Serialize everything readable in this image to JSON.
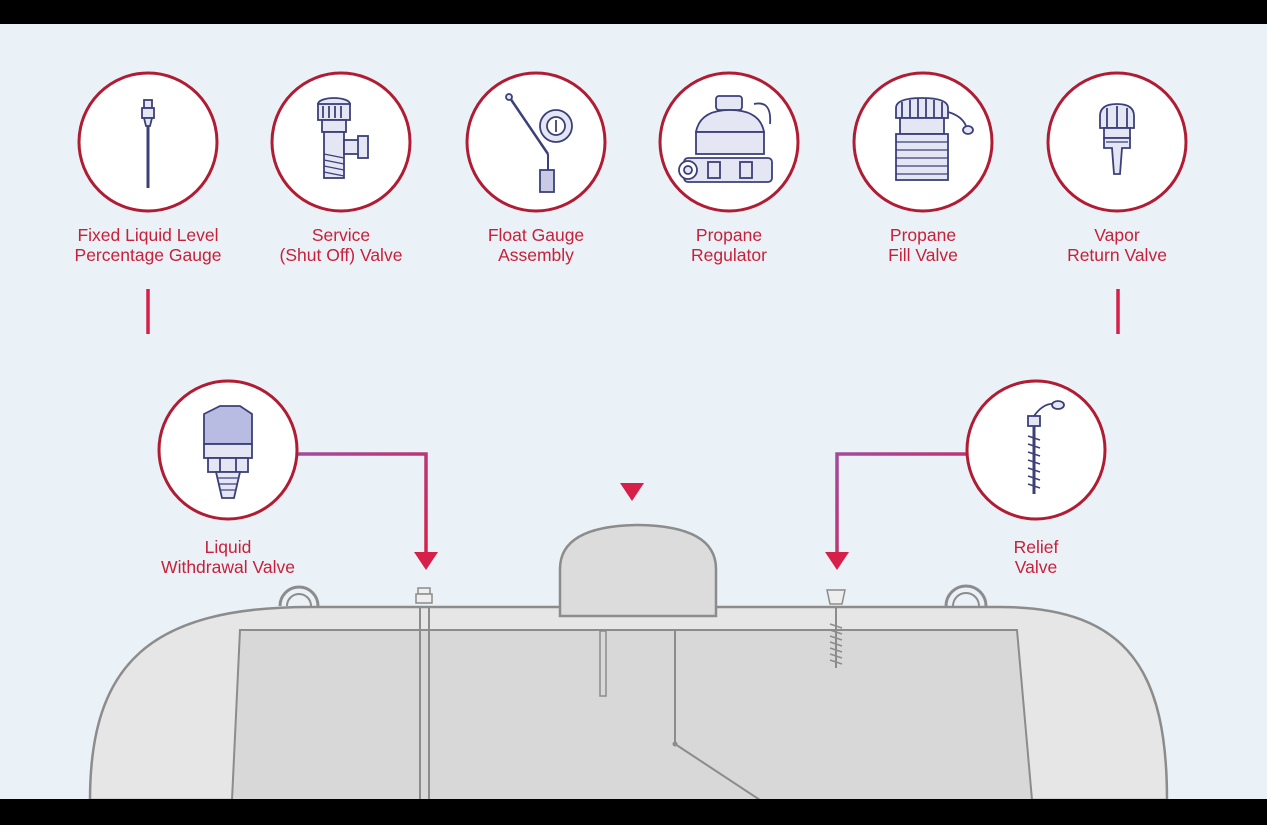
{
  "colors": {
    "accent_red": "#c8203a",
    "connector_purple": "#a34a9e",
    "background": "#eaf2f7",
    "tank_fill": "#e6e6e6",
    "tank_stroke": "#8c8c8c",
    "icon_blue": "#3c4078"
  },
  "components": [
    {
      "icon": "fixed-liquid-level-gauge-icon",
      "line1": "Fixed Liquid Level",
      "line2": "Percentage Gauge"
    },
    {
      "icon": "service-valve-icon",
      "line1": "Service",
      "line2": "(Shut Off) Valve"
    },
    {
      "icon": "float-gauge-icon",
      "line1": "Float Gauge",
      "line2": "Assembly"
    },
    {
      "icon": "propane-regulator-icon",
      "line1": "Propane",
      "line2": "Regulator"
    },
    {
      "icon": "fill-valve-icon",
      "line1": "Propane",
      "line2": "Fill Valve"
    },
    {
      "icon": "vapor-return-valve-icon",
      "line1": "Vapor",
      "line2": "Return Valve"
    }
  ],
  "side_components": {
    "left": {
      "icon": "liquid-withdrawal-valve-icon",
      "line1": "Liquid",
      "line2": "Withdrawal Valve"
    },
    "right": {
      "icon": "relief-valve-icon",
      "line1": "Relief",
      "line2": "Valve"
    }
  }
}
